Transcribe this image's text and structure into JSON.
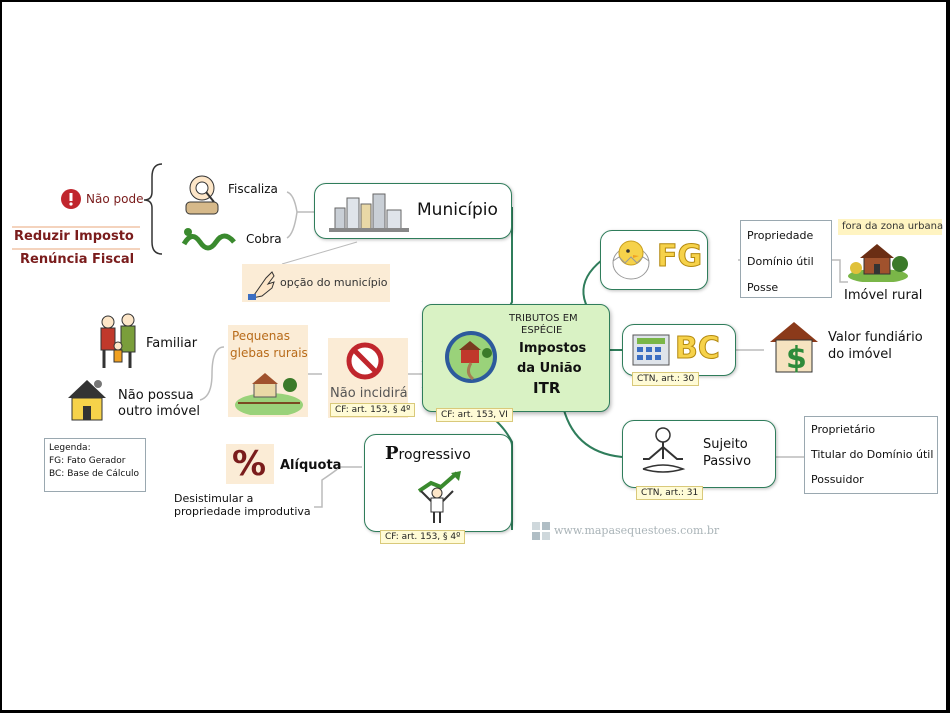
{
  "center": {
    "line1": "TRIBUTOS EM",
    "line2": "ESPÉCIE",
    "line3": "Impostos",
    "line4": "da União",
    "line5": "ITR",
    "ref": "CF: art. 153, VI"
  },
  "municipio": {
    "title": "Município",
    "fiscaliza": "Fiscaliza",
    "cobra": "Cobra",
    "nao_pode": "Não pode",
    "reduzir": "Reduzir Imposto",
    "renuncia": "Renúncia Fiscal",
    "opcao": "opção do município"
  },
  "nao_incidira": {
    "pequenas_l1": "Pequenas",
    "pequenas_l2": "glebas rurais",
    "title": "Não incidirá",
    "ref": "CF: art. 153, § 4º",
    "familiar": "Familiar",
    "nao_possua_l1": "Não possua",
    "nao_possua_l2": "outro imóvel"
  },
  "progressivo": {
    "title_first": "P",
    "title_rest": "rogressivo",
    "ref": "CF: art. 153, § 4º",
    "aliquota": "Alíquota",
    "desest_l1": "Desistimular a",
    "desest_l2": "propriedade improdutiva"
  },
  "fg": {
    "label": "FG",
    "items": [
      "Propriedade",
      "Domínio útil",
      "Posse"
    ],
    "fora": "fora da zona urbana",
    "imovel": "Imóvel rural"
  },
  "bc": {
    "label": "BC",
    "ref": "CTN, art.: 30",
    "valor_l1": "Valor fundiário",
    "valor_l2": "do imóvel"
  },
  "sujeito": {
    "l1": "Sujeito",
    "l2": "Passivo",
    "ref": "CTN, art.: 31",
    "items": [
      "Proprietário",
      "Titular do Domínio útil",
      "Possuidor"
    ]
  },
  "legenda": {
    "title": "Legenda:",
    "fg": "FG: Fato Gerador",
    "bc": "BC: Base de Cálculo"
  },
  "watermark": "www.mapasequestoes.com.br",
  "colors": {
    "branch": "#2f7d5b",
    "center_fill": "#d9f2c4",
    "label_red": "#7a1c1c",
    "orange": "#f0a020"
  }
}
